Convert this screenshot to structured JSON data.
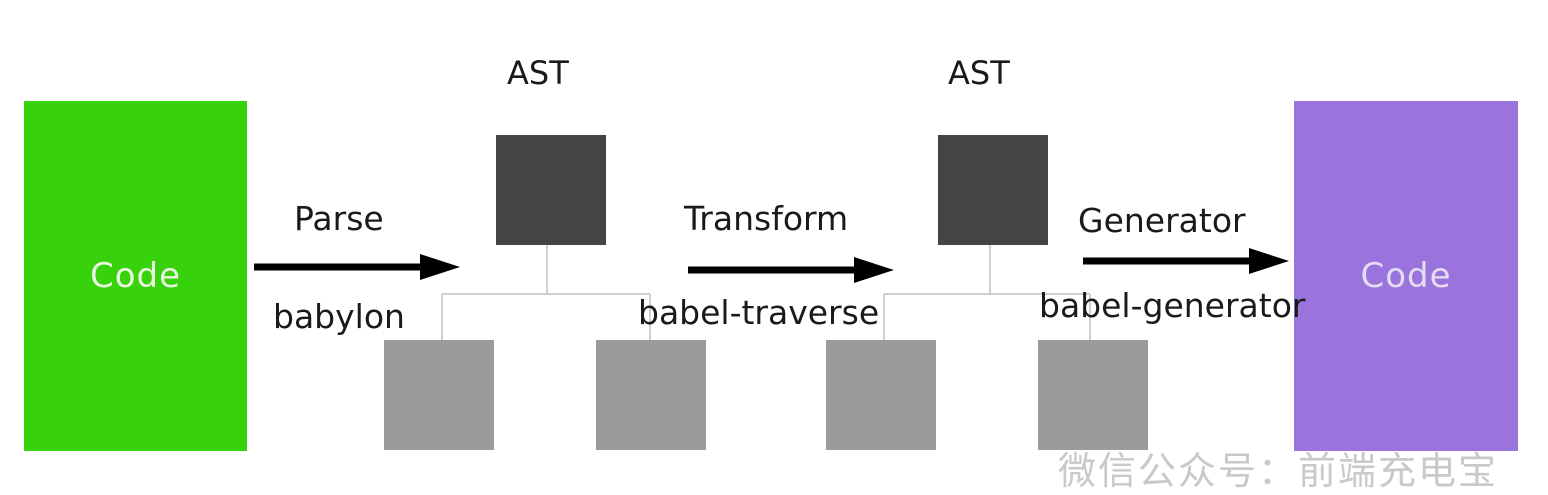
{
  "colors": {
    "code_in_fill": "#38d20d",
    "code_out_fill": "#9a74dc",
    "ast_root_fill": "#444444",
    "ast_child_fill": "#9b9b9b"
  },
  "nodes": {
    "code_in_label": "Code",
    "code_out_label": "Code",
    "ast1_label": "AST",
    "ast2_label": "AST"
  },
  "steps": [
    {
      "stage": "Parse",
      "tool": "babylon"
    },
    {
      "stage": "Transform",
      "tool": "babel-traverse"
    },
    {
      "stage": "Generator",
      "tool": "babel-generator"
    }
  ],
  "watermark": "微信公众号：前端充电宝"
}
